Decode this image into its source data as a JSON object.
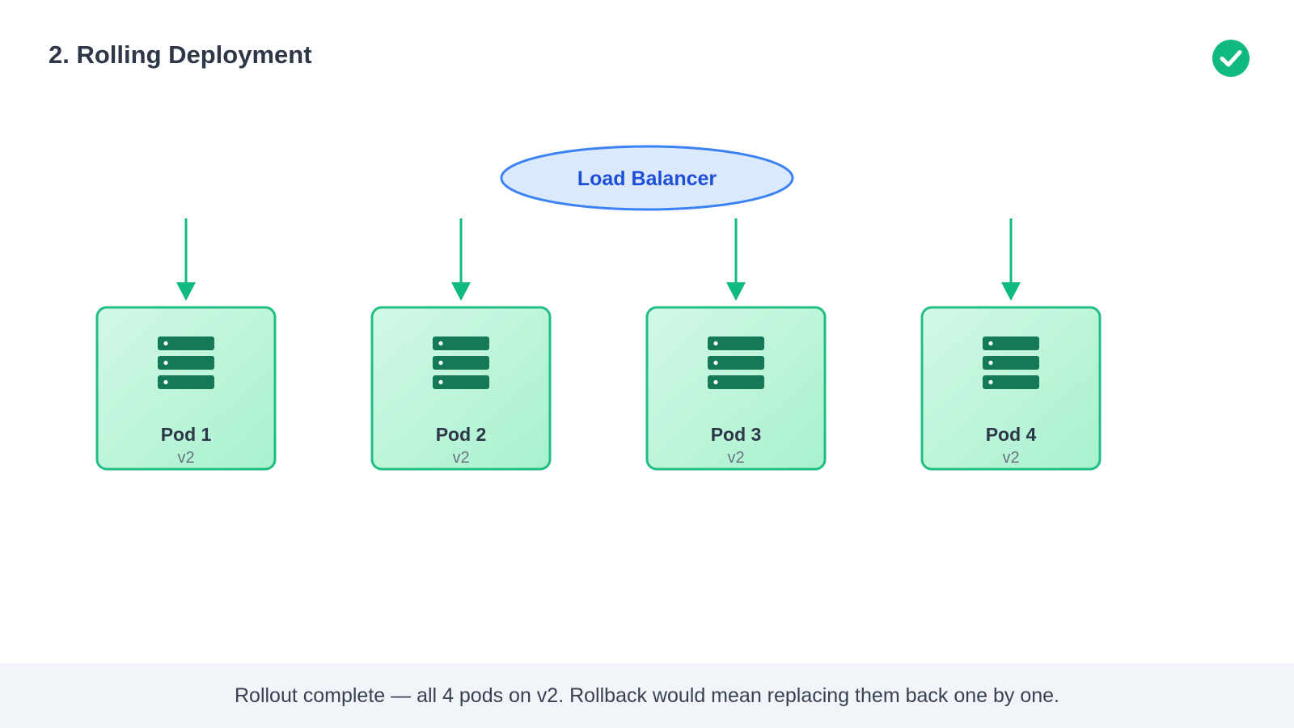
{
  "header": {
    "title": "2. Rolling Deployment",
    "status_icon": "check-circle-icon",
    "status_color": "#10b981"
  },
  "diagram": {
    "load_balancer": {
      "label": "Load Balancer"
    },
    "pods": [
      {
        "name": "Pod 1",
        "version": "v2",
        "icon": "server-icon"
      },
      {
        "name": "Pod 2",
        "version": "v2",
        "icon": "server-icon"
      },
      {
        "name": "Pod 3",
        "version": "v2",
        "icon": "server-icon"
      },
      {
        "name": "Pod 4",
        "version": "v2",
        "icon": "server-icon"
      }
    ],
    "colors": {
      "pod_border": "#1fbf83",
      "arrow": "#10b981",
      "lb_fill": "#dbe9fd",
      "lb_border": "#3b82f6",
      "server_icon": "#137a55"
    }
  },
  "footer": {
    "caption": "Rollout complete — all 4 pods on v2. Rollback would mean replacing them back one by one."
  }
}
